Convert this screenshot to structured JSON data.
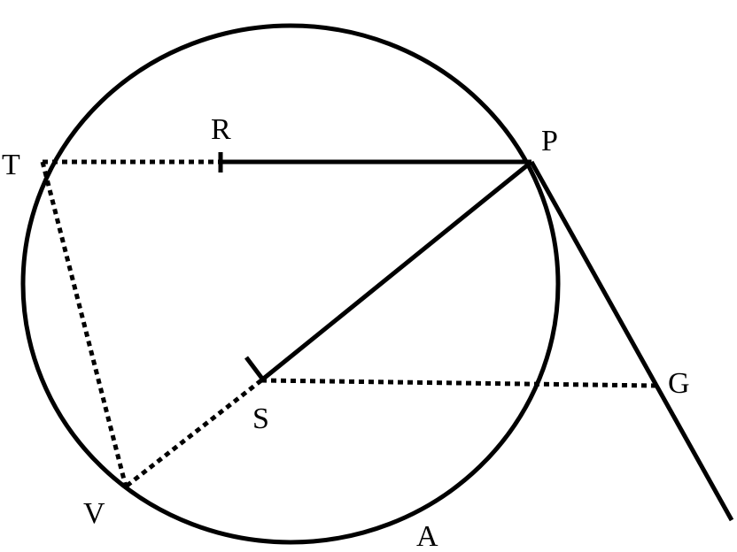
{
  "diagram": {
    "stroke_color": "#000000",
    "background_color": "#ffffff",
    "labels": {
      "T": "T",
      "R": "R",
      "P": "P",
      "G": "G",
      "S": "S",
      "V": "V",
      "A": "A"
    }
  }
}
